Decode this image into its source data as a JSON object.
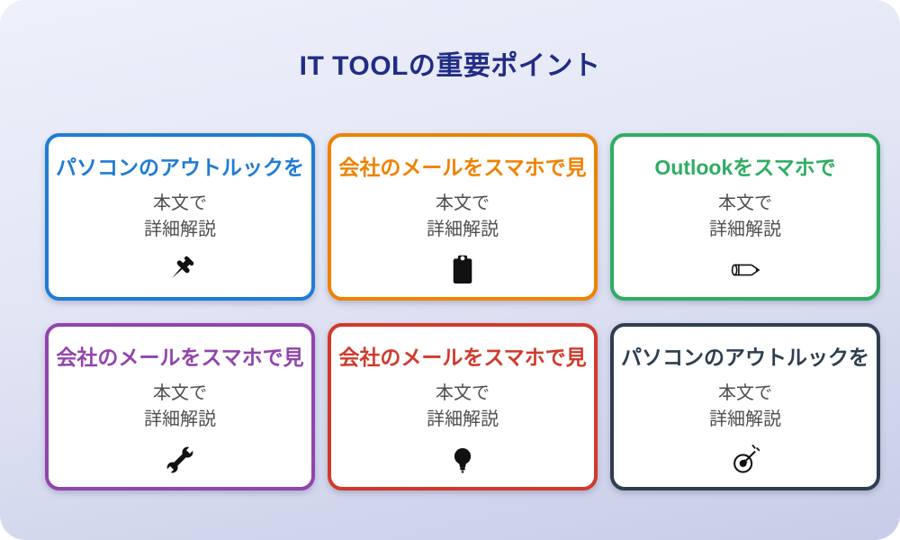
{
  "page": {
    "title": "IT TOOLの重要ポイント"
  },
  "colors": {
    "title_text": "#212c85",
    "background_top": "#eef0fb",
    "background_bottom": "#c8cde7",
    "card_background": "#ffffff",
    "body_text": "#4f4f4f",
    "icon": "#111111"
  },
  "cards": [
    {
      "heading": "パソコンのアウトルックを",
      "body_line1": "本文で",
      "body_line2": "詳細解説",
      "accent": "#1f7cd4",
      "icon": "pushpin-icon"
    },
    {
      "heading": "会社のメールをスマホで見",
      "body_line1": "本文で",
      "body_line2": "詳細解説",
      "accent": "#ef8200",
      "icon": "clipboard-icon"
    },
    {
      "heading": "Outlookをスマホで",
      "body_line1": "本文で",
      "body_line2": "詳細解説",
      "accent": "#2fad61",
      "icon": "pencil-icon"
    },
    {
      "heading": "会社のメールをスマホで見",
      "body_line1": "本文で",
      "body_line2": "詳細解説",
      "accent": "#9144ad",
      "icon": "wrench-icon"
    },
    {
      "heading": "会社のメールをスマホで見",
      "body_line1": "本文で",
      "body_line2": "詳細解説",
      "accent": "#d03a2b",
      "icon": "lightbulb-icon"
    },
    {
      "heading": "パソコンのアウトルックを",
      "body_line1": "本文で",
      "body_line2": "詳細解説",
      "accent": "#2e3e50",
      "icon": "dart-target-icon"
    }
  ]
}
